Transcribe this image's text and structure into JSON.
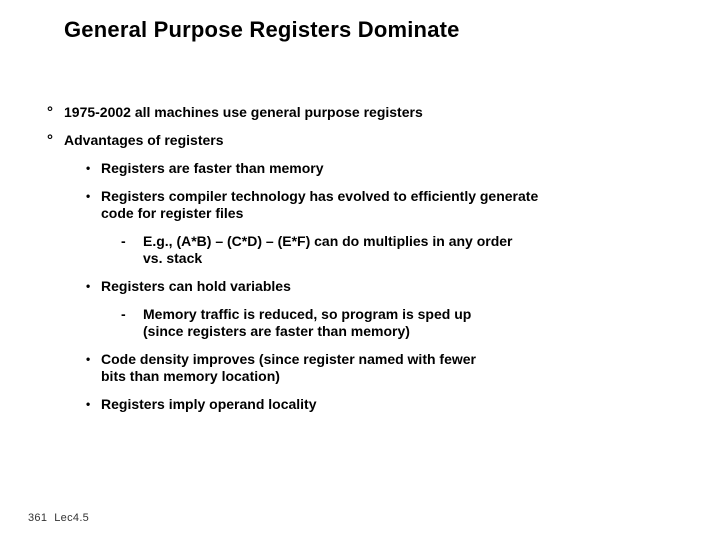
{
  "slide": {
    "title": "General Purpose Registers Dominate",
    "bullets": [
      {
        "level": 1,
        "marker": "°",
        "text": "1975-2002 all machines use general purpose registers"
      },
      {
        "level": 1,
        "marker": "°",
        "text": "Advantages of registers"
      },
      {
        "level": 2,
        "marker": "•",
        "text": "Registers are faster than memory"
      },
      {
        "level": 2,
        "marker": "•",
        "text": "Registers compiler technology has evolved to efficiently generate\ncode for register files"
      },
      {
        "level": 3,
        "marker": "-",
        "text": "E.g., (A*B) – (C*D) – (E*F) can do multiplies in any order\nvs. stack"
      },
      {
        "level": 2,
        "marker": "•",
        "text": "Registers can hold variables"
      },
      {
        "level": 3,
        "marker": "-",
        "text": "Memory traffic is reduced, so program is sped up\n(since registers are faster than memory)"
      },
      {
        "level": 2,
        "marker": "•",
        "text": "Code density improves (since register named with fewer\nbits than memory location)"
      },
      {
        "level": 2,
        "marker": "•",
        "text": "Registers imply operand locality"
      }
    ],
    "footer": {
      "course": "361",
      "page": "Lec4.5"
    },
    "colors": {
      "background": "#ffffff",
      "text": "#000000",
      "footer_text": "#333333"
    }
  }
}
